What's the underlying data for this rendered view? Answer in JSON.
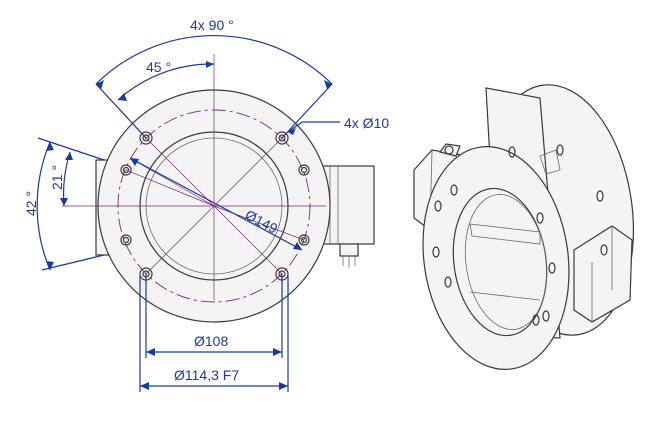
{
  "dimensions": {
    "angle_total": "4x 90 °",
    "angle_half": "45 °",
    "hole_callout": "4x Ø10",
    "angle_side_small": "21 °",
    "angle_side_large": "42 °",
    "diameter_pcd": "Ø149",
    "diameter_bore": "Ø108",
    "diameter_spigot": "Ø114,3 F7"
  },
  "colors": {
    "dimension": "#1a3a9c",
    "outline": "#3a3a3a",
    "centerline": "#7a2a7a"
  }
}
